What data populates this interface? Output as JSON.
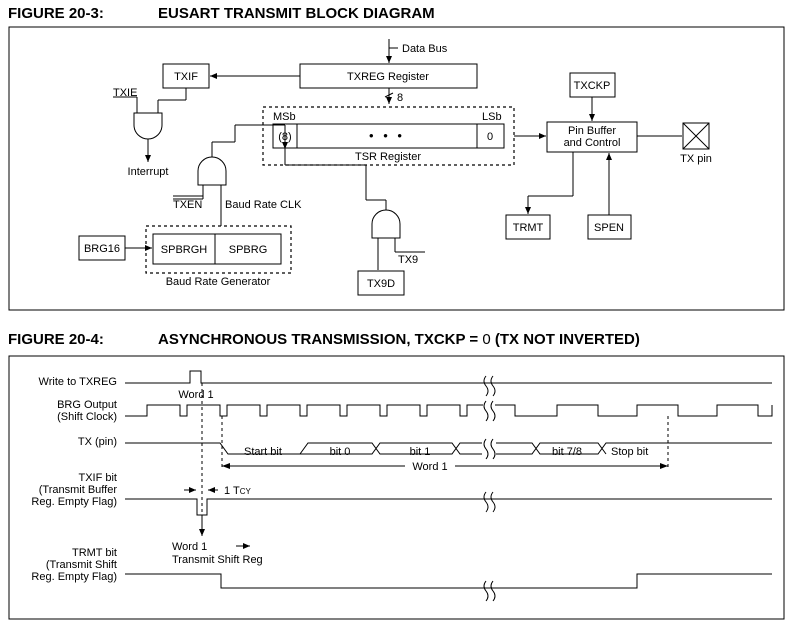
{
  "figure1": {
    "number": "FIGURE 20-3:",
    "title": "EUSART TRANSMIT BLOCK DIAGRAM",
    "data_bus": "Data Bus",
    "txreg": "TXREG Register",
    "bus_width": "8",
    "txif": "TXIF",
    "txie": "TXIE",
    "interrupt": "Interrupt",
    "msb": "MSb",
    "lsb": "LSb",
    "bit8": "(8)",
    "dots": "• • •",
    "bit0": "0",
    "tsr": "TSR Register",
    "txckp": "TXCKP",
    "pin_buffer_1": "Pin Buffer",
    "pin_buffer_2": "and Control",
    "tx_pin": "TX pin",
    "txen": "TXEN",
    "baud_clk": "Baud Rate CLK",
    "brg16": "BRG16",
    "spbrgh": "SPBRGH",
    "spbrg": "SPBRG",
    "brg": "Baud Rate Generator",
    "tx9": "TX9",
    "tx9d": "TX9D",
    "trmt": "TRMT",
    "spen": "SPEN"
  },
  "figure2": {
    "number": "FIGURE 20-4:",
    "title_pre": "ASYNCHRONOUS TRANSMISSION, TXCKP = ",
    "title_zero": "0",
    "title_post": " (TX NOT INVERTED)",
    "sig_write": "Write to TXREG",
    "word1_top": "Word 1",
    "sig_brg_1": "BRG Output",
    "sig_brg_2": "(Shift Clock)",
    "sig_tx": "TX (pin)",
    "start_bit": "Start bit",
    "bit0": "bit 0",
    "bit1": "bit 1",
    "bit78": "bit 7/8",
    "stop_bit": "Stop bit",
    "word1_mid": "Word 1",
    "sig_txif_1": "TXIF bit",
    "sig_txif_2": "(Transmit Buffer",
    "sig_txif_3": "Reg. Empty Flag)",
    "tcy": "1 T",
    "tcy_sub": "CY",
    "word1_bot": "Word 1",
    "transmit_shift": "Transmit Shift Reg",
    "sig_trmt_1": "TRMT bit",
    "sig_trmt_2": "(Transmit Shift",
    "sig_trmt_3": "Reg. Empty Flag)"
  }
}
